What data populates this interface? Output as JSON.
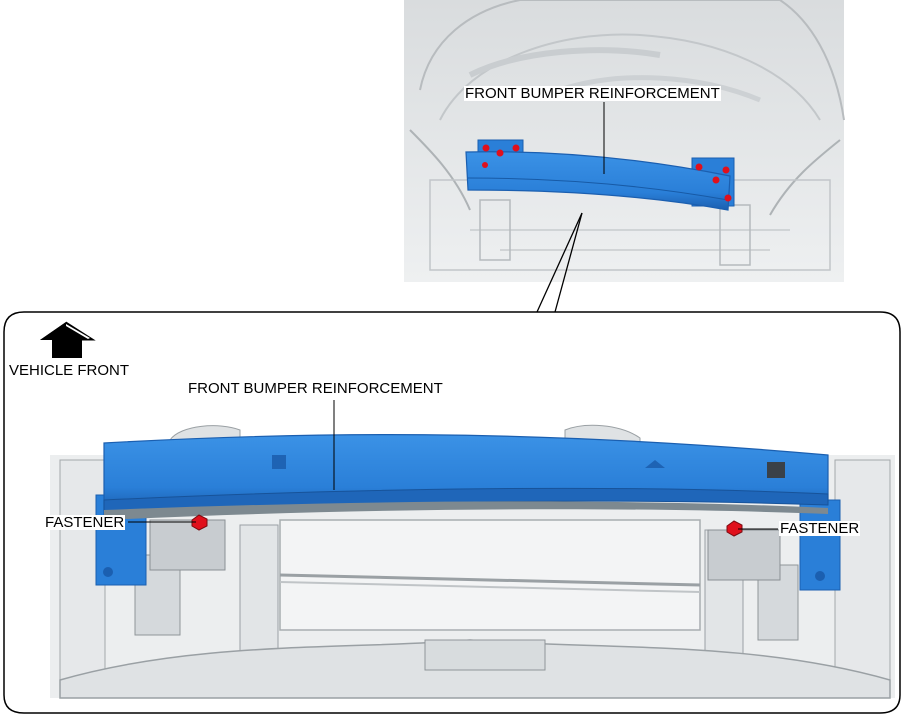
{
  "top_view": {
    "label": "FRONT BUMPER REINFORCEMENT",
    "fastener_marks": 8
  },
  "detail_view": {
    "direction_label": "VEHICLE FRONT",
    "part_label": "FRONT BUMPER REINFORCEMENT",
    "left_label": "FASTENER",
    "right_label": "FASTENER"
  },
  "colors": {
    "part_blue": "#2a7fd8",
    "part_blue_dark": "#1b5fb0",
    "fastener_red": "#e0101c",
    "body_gray": "#e9ebec",
    "line_gray": "#9aa0a4"
  }
}
